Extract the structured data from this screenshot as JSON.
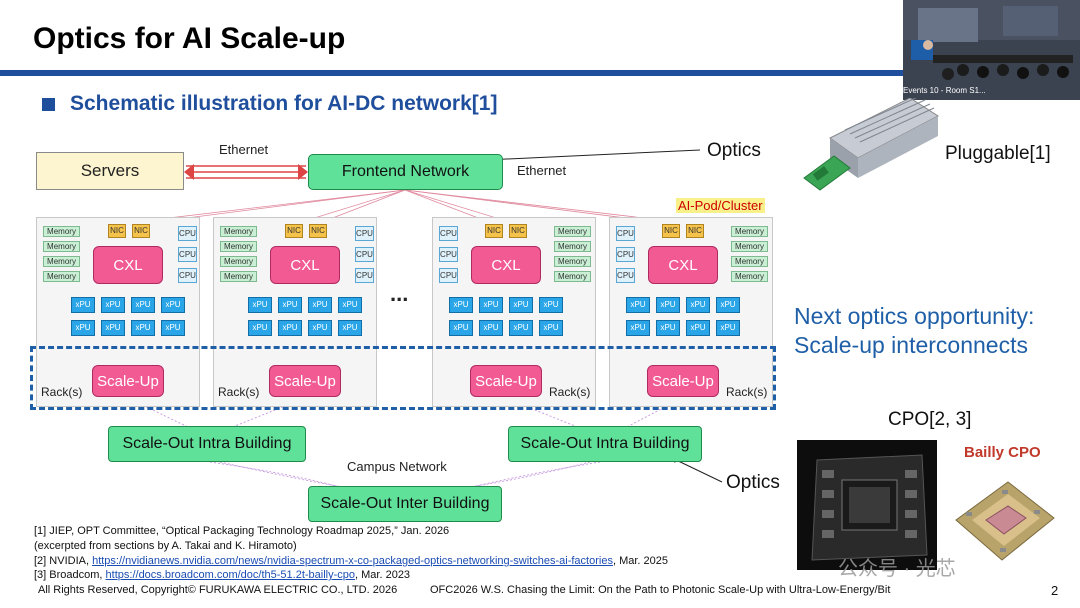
{
  "slide": {
    "title": "Optics for AI Scale-up",
    "subtitle": "Schematic illustration for AI-DC network[1]",
    "page_number": "2"
  },
  "diagram": {
    "servers": "Servers",
    "frontend": "Frontend Network",
    "ethernet_left": "Ethernet",
    "ethernet_right": "Ethernet",
    "ai_pod": "AI-Pod/Cluster",
    "memory": "Memory",
    "nic": "NIC",
    "cpu": "CPU",
    "cxl": "CXL",
    "xpu": "xPU",
    "scale_up": "Scale-Up",
    "rack": "Rack(s)",
    "ellipsis": "...",
    "scale_out_intra_1": "Scale-Out Intra Building",
    "scale_out_intra_2": "Scale-Out Intra Building",
    "campus_network": "Campus Network",
    "scale_out_inter": "Scale-Out Inter Building"
  },
  "right_panel": {
    "optics_top": "Optics",
    "pluggable": "Pluggable[1]",
    "next_line1": "Next optics opportunity:",
    "next_line2": "Scale-up interconnects",
    "cpo": "CPO[2, 3]",
    "bailly": "Bailly CPO",
    "optics_bottom": "Optics",
    "video_caption": "Events 10 - Room S1..."
  },
  "references": {
    "r1": "[1] JIEP, OPT Committee, “Optical Packaging Technology Roadmap 2025,” Jan. 2026",
    "r1b": "(excerpted from sections by A. Takai and K. Hiramoto)",
    "r2_prefix": "[2]  NVIDIA, ",
    "r2_link": "https://nvidianews.nvidia.com/news/nvidia-spectrum-x-co-packaged-optics-networking-switches-ai-factories",
    "r2_suffix": ", Mar. 2025",
    "r3_prefix": "[3]  Broadcom, ",
    "r3_link": "https://docs.broadcom.com/doc/th5-51.2t-bailly-cpo",
    "r3_suffix": ", Mar. 2023"
  },
  "footer": {
    "left": "All Rights Reserved, Copyright© FURUKAWA ELECTRIC CO., LTD. 2026",
    "center": "OFC2026 W.S. Chasing the Limit: On the Path to Photonic Scale-Up with Ultra-Low-Energy/Bit",
    "watermark": "公众号 · 光芯"
  },
  "colors": {
    "brand_blue": "#1f4e9c",
    "green_box": "#5fe19a",
    "pink_box": "#f25a93",
    "xpu_blue": "#2aa6e8"
  }
}
